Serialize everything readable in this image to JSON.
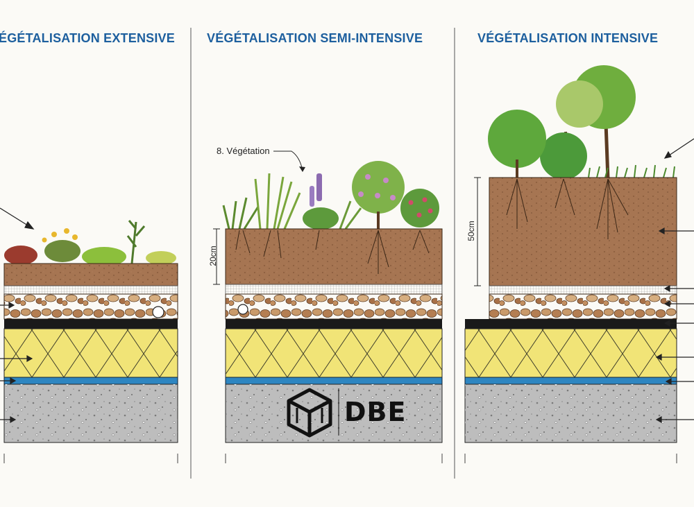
{
  "panels": [
    {
      "title": "ÉGÉTALISATION EXTENSIVE"
    },
    {
      "title": "VÉGÉTALISATION SEMI-INTENSIVE",
      "label": "8. Végétation",
      "dimension": "20cm"
    },
    {
      "title": "VÉGÉTALISATION INTENSIVE",
      "dimension": "50cm"
    }
  ],
  "logo": {
    "text": "DBE",
    "icon": "cube-icon"
  },
  "colors": {
    "title": "#1d5f9e",
    "soil": "#a0704c",
    "gravel": "#b9875e",
    "membrane": "#1a1a1a",
    "insulation": "#f1e477",
    "waterproofing": "#2e86c1",
    "concrete": "#bdbdbd"
  }
}
